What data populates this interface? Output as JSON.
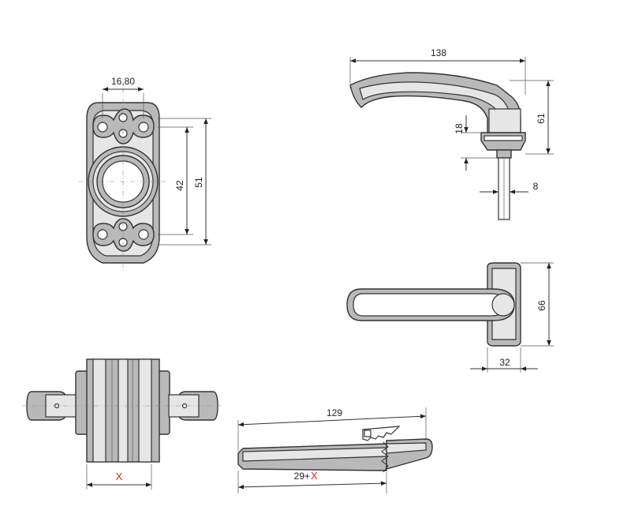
{
  "dimensions": {
    "rosette_hole_spacing": "16,80",
    "rosette_inner_height": "42",
    "rosette_outer_height": "51",
    "handle_length": "138",
    "handle_height": "61",
    "handle_neck": "18",
    "spindle_size": "8",
    "rosette_height_side": "66",
    "rosette_width": "32",
    "spindle_length": "129",
    "spindle_partial": "29+",
    "variable": "X"
  },
  "colors": {
    "variable_accent": "#d42a20",
    "fill": "#b9b9b9",
    "outline": "#333333"
  }
}
